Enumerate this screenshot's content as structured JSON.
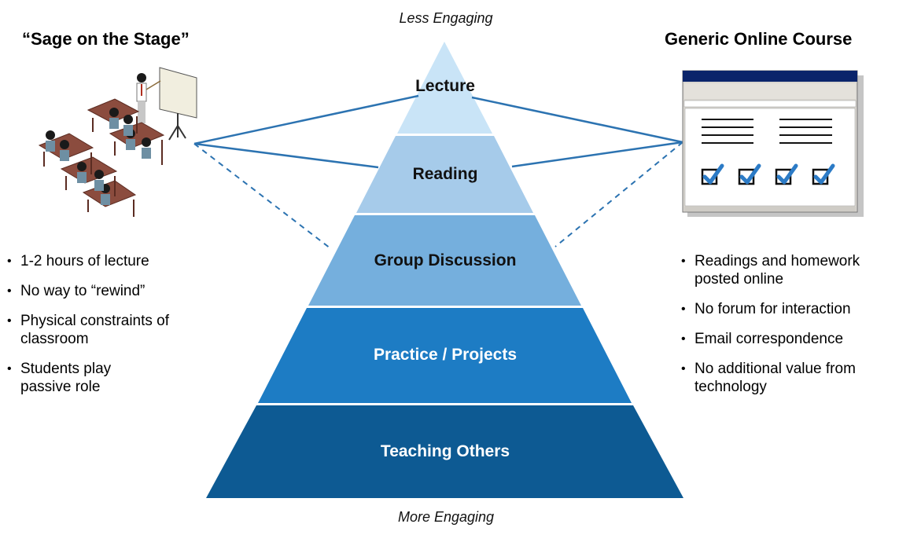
{
  "top_label": "Less Engaging",
  "bottom_label": "More Engaging",
  "left": {
    "title": "“Sage on the Stage”",
    "bullets": [
      "1-2 hours of lecture",
      "No way to “rewind”",
      "Physical constraints of classroom",
      "Students play passive role"
    ]
  },
  "right": {
    "title": "Generic Online Course",
    "bullets": [
      "Readings and homework posted online",
      "No forum for interaction",
      "Email correspondence",
      "No additional value from technology"
    ]
  },
  "pyramid": {
    "tiers": [
      {
        "label": "Lecture",
        "color": "#c9e4f7"
      },
      {
        "label": "Reading",
        "color": "#a6cbea"
      },
      {
        "label": "Group Discussion",
        "color": "#75afdd"
      },
      {
        "label": "Practice / Projects",
        "color": "#1d7cc4"
      },
      {
        "label": "Teaching Others",
        "color": "#0d5a93"
      }
    ]
  },
  "connector_color": "#2c73b1"
}
